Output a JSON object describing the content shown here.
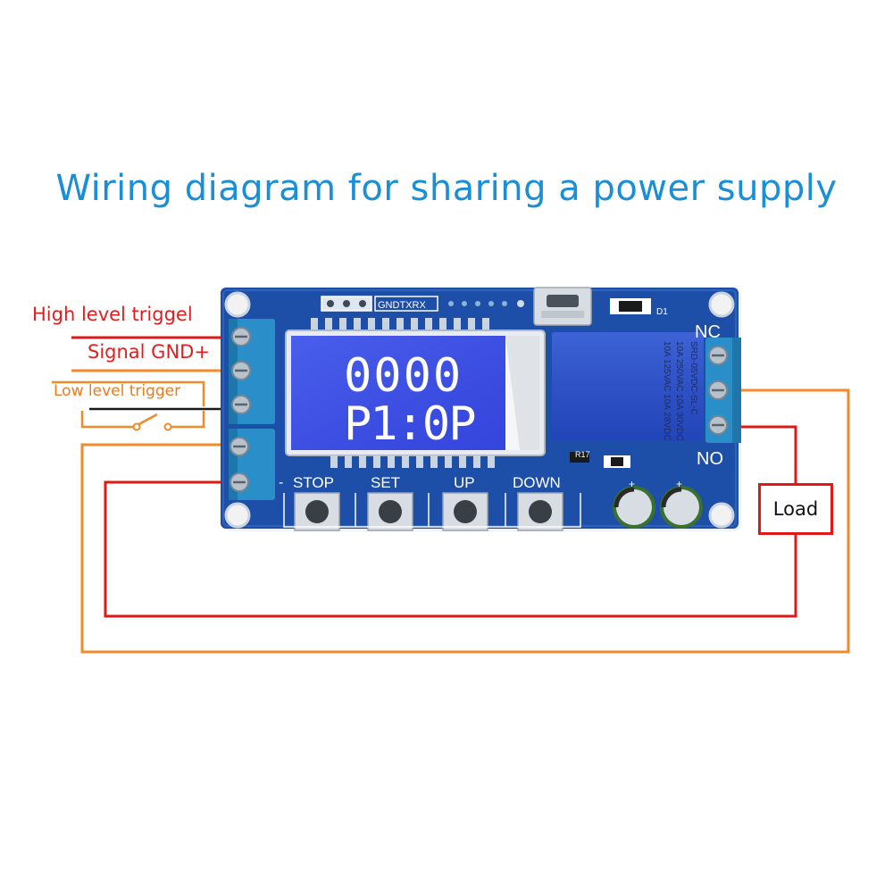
{
  "title": "Wiring diagram for sharing a power supply",
  "labels": {
    "high_level": "High level triggel",
    "signal_gnd": "Signal GND+",
    "low_level": "Low level trigger",
    "load": "Load"
  },
  "board": {
    "header_text": "GNDTXRX",
    "diode_label": "D1",
    "resistor_label": "R17",
    "nc_label": "NC",
    "no_label": "NO",
    "minus_label": "-",
    "lcd_line1": "0000",
    "lcd_line2": "P1:0P",
    "buttons": [
      "STOP",
      "SET",
      "UP",
      "DOWN"
    ],
    "relay_text": [
      "SRD-05VDC-SL-C",
      "10A 250VAC  10A 30VDC",
      "10A 125VAC  10A 28VDC"
    ]
  },
  "colors": {
    "title": "#1a8fd6",
    "red_wire": "#e01818",
    "orange_wire": "#f08a2a",
    "pcb": "#1d4fa8",
    "lcd": "#3a4ee8",
    "terminal": "#2a8fc8",
    "relay": "#2a4fc8"
  }
}
